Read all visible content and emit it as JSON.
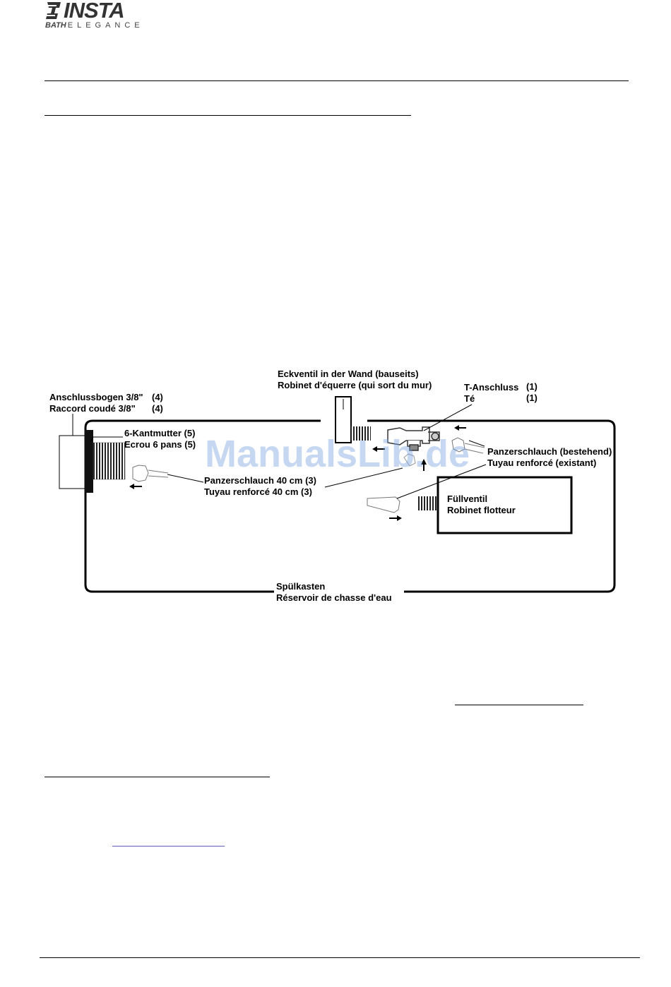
{
  "logo": {
    "brand": "INSTA",
    "sub_bold": "BATH",
    "sub_rest": "ELEGANCE"
  },
  "diagram": {
    "labels": {
      "anschlussbogen_de": "Anschlussbogen 3/8\"",
      "anschlussbogen_de_num": "(4)",
      "anschlussbogen_fr": "Raccord coudé 3/8\"",
      "anschlussbogen_fr_num": "(4)",
      "kantmutter_de": "6-Kantmutter  (5)",
      "kantmutter_fr": "Ecrou 6 pans  (5)",
      "eckventil_de": "Eckventil in der Wand (bauseits)",
      "eckventil_fr": "Robinet d'équerre (qui sort du mur)",
      "t_anschluss_de": "T-Anschluss",
      "t_anschluss_de_num": "(1)",
      "t_anschluss_fr": "Té",
      "t_anschluss_fr_num": "(1)",
      "panzerschlauch40_de": "Panzerschlauch 40 cm (3)",
      "panzerschlauch40_fr": "Tuyau renforcé 40 cm (3)",
      "panzerschlauch_best_de": "Panzerschlauch (bestehend)",
      "panzerschlauch_best_fr": "Tuyau renforcé  (existant)",
      "fuellventil_de": "Füllventil",
      "fuellventil_fr": "Robinet flotteur",
      "spuelkasten_de": "Spülkasten",
      "spuelkasten_fr": "Réservoir de chasse d'eau"
    }
  },
  "watermark": "ManualsLib.de",
  "colors": {
    "line": "#000000",
    "watermark": "#78a0e1",
    "link": "#5a5ab8"
  }
}
